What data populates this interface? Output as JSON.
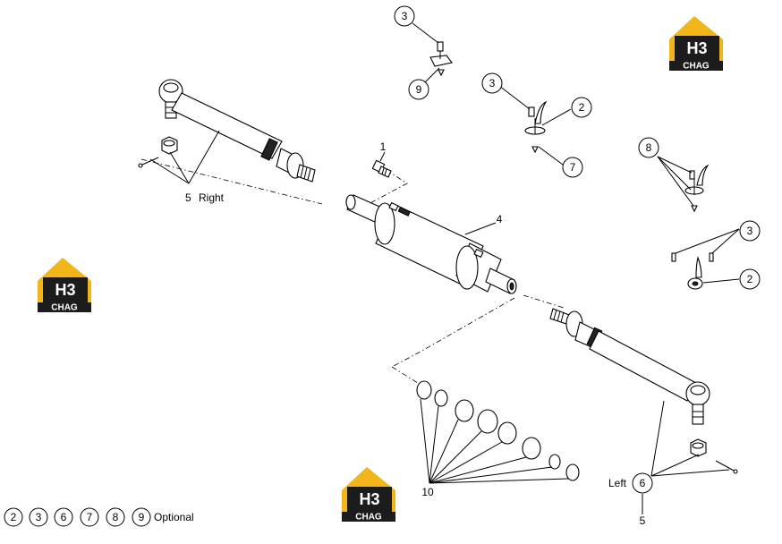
{
  "brand": {
    "mark": "H3",
    "name": "CHAG",
    "colors": {
      "accent": "#f2b51a",
      "dark": "#1c1c1c",
      "light": "#ffffff"
    }
  },
  "callouts": {
    "c1": "1",
    "c2a": "2",
    "c2b": "2",
    "c3a": "3",
    "c3b": "3",
    "c3c": "3",
    "c4": "4",
    "c5a": "5",
    "c5b": "5",
    "c6": "6",
    "c7": "7",
    "c8": "8",
    "c9": "9",
    "c10": "10"
  },
  "labels": {
    "right": "Right",
    "left": "Left"
  },
  "legend": {
    "items": [
      "2",
      "3",
      "6",
      "7",
      "8",
      "9"
    ],
    "note": "Optional"
  }
}
